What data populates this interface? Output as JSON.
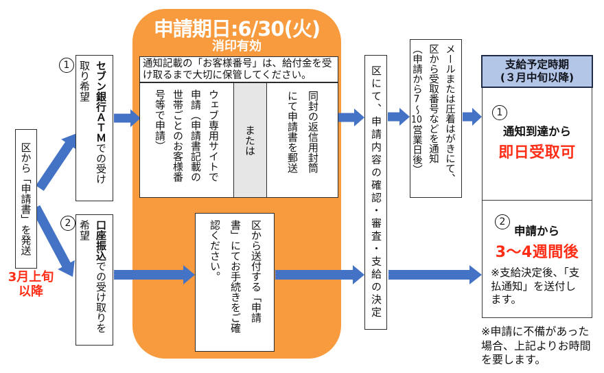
{
  "left_flow": {
    "dispatch_box": "区から「申請書」を発送",
    "dispatch_note_line1": "3月上旬",
    "dispatch_note_line2": "以降",
    "option1": {
      "number": "1",
      "line1_bold": "セブン銀行ＡＴＭ",
      "line1_rest": "での受け",
      "line2": "取り希望"
    },
    "option2": {
      "number": "2",
      "line1_bold": "口座振込",
      "line1_rest": "での受け取りを",
      "line2": "希望"
    }
  },
  "application_panel": {
    "title": "申請期日:6/30(火)",
    "subtitle": "消印有効",
    "notice": "通知記載の「お客様番号」は、給付金を受け取るまで大切に保管してください。",
    "methods": {
      "web_lines": [
        "ウェブ専用サイトで",
        "申請（申請書記載の",
        "世帯ごとのお客様番",
        "号等で申請）"
      ],
      "or_label": "または",
      "mail_lines": [
        "同封の返信用封筒",
        "にて申請書を郵送"
      ]
    },
    "transfer_note_lines": [
      "区から送付する「申請",
      "書」にてお手続きをご確",
      "認ください。"
    ]
  },
  "review_box": "区にて、申請内容の確認・審査・支給の決定",
  "notification_box": {
    "col1": "メールまたは圧着はがきにて、",
    "col2": "区から受取番号などを通知",
    "col3_pre": "（申請から7～",
    "col3_tcy": "10",
    "col3_post": "営業日後）"
  },
  "schedule_box": {
    "header_line1": "支給予定時期",
    "header_line2": "(３月中旬以降)",
    "case1": {
      "number": "1",
      "label": "通知到達から",
      "highlight": "即日受取可"
    },
    "case2": {
      "number": "2",
      "label": "申請から",
      "highlight": "3～4週間後",
      "note": "※支給決定後、「支払通知」を送付します。"
    },
    "footnote": "※申請に不備があった場合、上記よりお時間を要します。"
  },
  "colors": {
    "orange": "#F79B3E",
    "arrow_blue": "#4472C4",
    "header_blue": "#B4C6E7",
    "accent_red": "#FF2D16",
    "or_gray": "#E7E6E6"
  }
}
